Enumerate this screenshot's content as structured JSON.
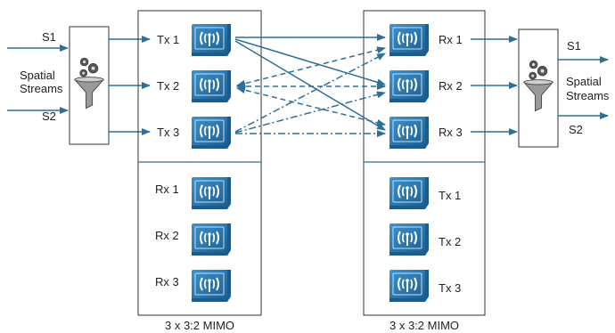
{
  "left_processor": {
    "input_s1": "S1",
    "input_s2": "S2",
    "spatial_line1": "Spatial",
    "spatial_line2": "Streams"
  },
  "left_device": {
    "caption": "3 x 3:2 MIMO",
    "tx_labels": [
      "Tx 1",
      "Tx 2",
      "Tx 3"
    ],
    "rx_labels": [
      "Rx 1",
      "Rx 2",
      "Rx 3"
    ]
  },
  "right_device": {
    "caption": "3 x 3:2 MIMO",
    "rx_labels": [
      "Rx 1",
      "Rx 2",
      "Rx 3"
    ],
    "tx_labels": [
      "Tx 1",
      "Tx 2",
      "Tx 3"
    ]
  },
  "right_processor": {
    "output_s1": "S1",
    "output_s2": "S2",
    "spatial_line1": "Spatial",
    "spatial_line2": "Streams"
  },
  "colors": {
    "arrow": "#2e6f99",
    "antenna_fill": "#2c7bb6",
    "antenna_dark": "#1c5b8a",
    "box_stroke": "#333333"
  },
  "icons": {
    "antenna": "antenna-icon",
    "processor": "gears-funnel-icon"
  }
}
